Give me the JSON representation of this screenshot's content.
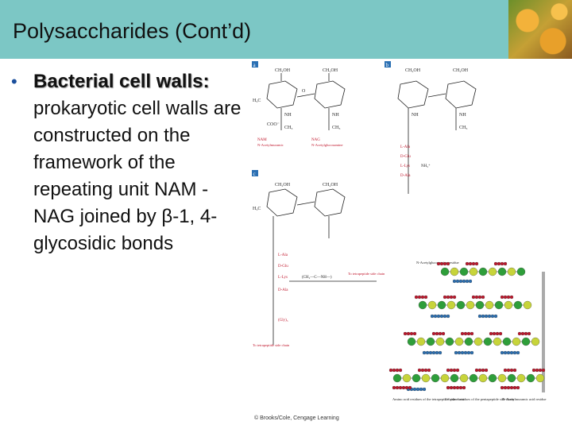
{
  "slide": {
    "title": "Polysaccharides (Cont’d)",
    "bullet": {
      "marker": "•",
      "bold_part": "Bacterial cell walls:",
      "text_part": " prokaryotic cell walls are constructed on the framework of the repeating unit NAM -NAG joined by β-1, 4-glycosidic bonds"
    }
  },
  "figure": {
    "panel_a": "a",
    "panel_b": "b",
    "panel_c": "c",
    "ch2oh": "CH₂OH",
    "h": "H",
    "o": "O",
    "oh": "OH",
    "nh": "NH",
    "c": "C",
    "ch3": "CH₃",
    "coo": "COO⁻",
    "h3c": "H₃C",
    "nam_label": "NAM\nN-Acetylmuramic acid",
    "nag_label": "NAG\nN-Acetylglucosamine",
    "nam_short": "NAM",
    "nag_short": "NAG",
    "l_ala": "L-Ala",
    "d_glu": "D-Glu",
    "l_lys": "L-Lys",
    "d_ala": "D-Ala",
    "gly5": "(Gly)₅",
    "nh3": "NH₃⁺",
    "to_tetrapeptide": "To tetrapeptide side chain",
    "glycine_bridge": "(CH₂—C—NH—)",
    "n_acetylglucosamine_residue": "N-Acetylglucosamine residue",
    "amino_acid_residues": "Amino acid residues of the tetrapeptide side chain",
    "l_lysine_residues": "L-Lysine residues of the pentapeptide side chain",
    "n_acetylmuramic_residue": "N-Acetylmuramic acid residue",
    "credit": "© Brooks/Cole, Cengage Learning"
  },
  "colors": {
    "title_bar": "#7cc7c5",
    "nag_bead": "#2e9e3a",
    "nam_bead": "#c7d43a",
    "peptide_bead": "#c0162b",
    "bridge_bead": "#2a6fb3",
    "label_red": "#c0162b"
  }
}
